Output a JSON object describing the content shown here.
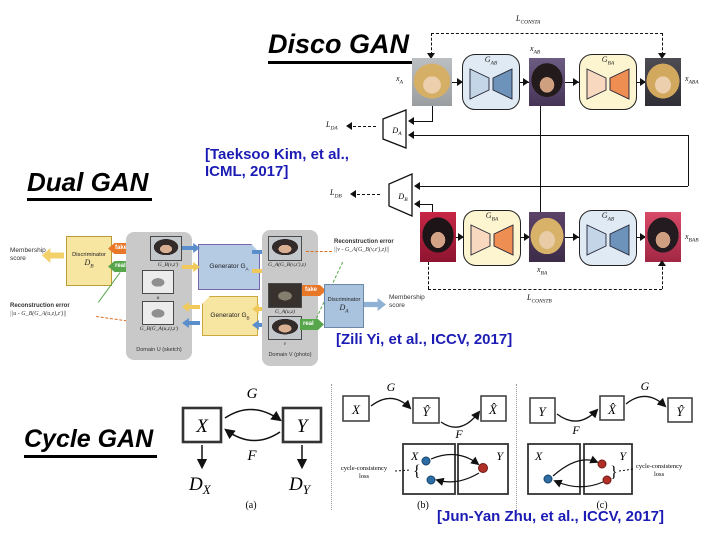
{
  "colors": {
    "citation_blue": "#1c1cb4",
    "orange": "#e87728",
    "green": "#58a64c",
    "gan_blue_box": "#dfeaf4",
    "gan_yellow_box": "#fdf4d0",
    "dual_blue": "#b5cbe3",
    "dual_yellow": "#f7e5a2",
    "panel_gray": "#c9c9c9",
    "dot_blue": "#2e6da4",
    "dot_red": "#b03028"
  },
  "discogan": {
    "title": "Disco GAN",
    "citation": "[Taeksoo Kim, et al., ICML, 2017]",
    "loss_top": {
      "base": "L",
      "sub": "CONSTA"
    },
    "loss_bottom": {
      "base": "L",
      "sub": "CONSTB"
    },
    "x_a": {
      "base": "x",
      "sub": "A"
    },
    "g_ab": {
      "base": "G",
      "sub": "AB"
    },
    "x_ab": {
      "base": "x",
      "sub": "AB"
    },
    "g_ba": {
      "base": "G",
      "sub": "BA"
    },
    "x_aba": {
      "base": "x",
      "sub": "ABA"
    },
    "l_da": {
      "base": "L",
      "sub": "DA"
    },
    "d_a": {
      "base": "D",
      "sub": "A"
    },
    "l_db": {
      "base": "L",
      "sub": "DB"
    },
    "d_b": {
      "base": "D",
      "sub": "B"
    },
    "x_ba": {
      "base": "x",
      "sub": "BA"
    },
    "x_bab": {
      "base": "x",
      "sub": "BAB"
    }
  },
  "dualgan": {
    "title": "Dual GAN",
    "citation": "[Zili Yi, et al., ICCV, 2017]",
    "membership_left": "Membership score",
    "membership_right": "Membership score",
    "disc_b_label": "Discriminator",
    "disc_b_name": {
      "base": "D",
      "sub": "B"
    },
    "disc_a_label": "Discriminator",
    "disc_a_name": {
      "base": "D",
      "sub": "A"
    },
    "fake": "fake",
    "real": "real",
    "recon_label_left": "Reconstruction error",
    "recon_formula_left": "||u - G_B(G_A(u,z),z')||",
    "recon_label_right": "Reconstruction error",
    "recon_formula_right": "||v - G_A(G_B(v,z'),z)||",
    "gen_a": {
      "text": "Generator G",
      "sub": "A"
    },
    "gen_b": {
      "text": "Generator G",
      "sub": "B"
    },
    "domain_u": {
      "label": "Domain U (sketch)",
      "img1_label": "G_B(v,z')",
      "img2_label": "u",
      "img3_label": "G_B(G_A(u,z),z')"
    },
    "domain_v": {
      "label": "Domain V (photo)",
      "img1_label": "G_A(G_B(v,z'),z)",
      "img2_label": "G_A(u,z)",
      "img3_label": "v"
    }
  },
  "cyclegan": {
    "title": "Cycle GAN",
    "citation": "[Jun-Yan Zhu, et al., ICCV, 2017]",
    "panel_a": {
      "x": "X",
      "y": "Y",
      "g": "G",
      "f": "F",
      "dx": {
        "base": "D",
        "sub": "X"
      },
      "dy": {
        "base": "D",
        "sub": "Y"
      },
      "caption": "(a)"
    },
    "panel_b": {
      "x": "X",
      "g": "G",
      "y_hat": "Ŷ",
      "f": "F",
      "x_hat": "X̂",
      "box_x": "X",
      "box_y": "Y",
      "loss_line1": "cycle-consistency",
      "loss_line2": "loss",
      "caption": "(b)"
    },
    "panel_c": {
      "y": "Y",
      "f": "F",
      "x_hat": "X̂",
      "g": "G",
      "y_hat": "Ŷ",
      "box_x": "X",
      "box_y": "Y",
      "loss_line1": "cycle-consistency",
      "loss_line2": "loss",
      "caption": "(c)"
    }
  }
}
